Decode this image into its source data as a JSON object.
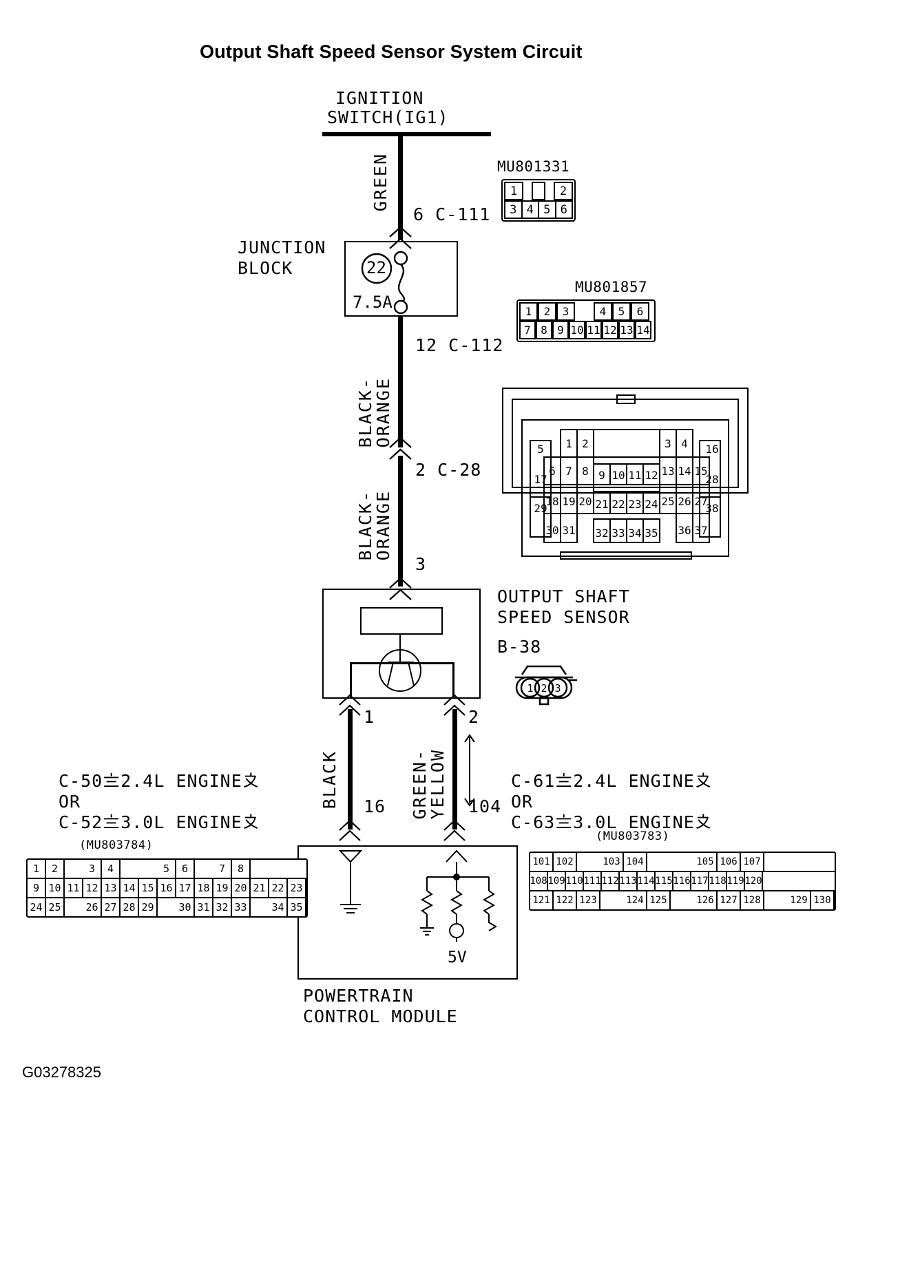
{
  "title": "Output Shaft Speed Sensor System Circuit",
  "figure_id": "G03278325",
  "labels": {
    "ignition_switch_l1": "IGNITION",
    "ignition_switch_l2": "SWITCH(IG1)",
    "junction_block_l1": "JUNCTION",
    "junction_block_l2": "BLOCK",
    "fuse_number": "22",
    "fuse_rating": "7.5A",
    "wire_green": "GREEN",
    "wire_black_orange_1": "BLACK-\nORANGE",
    "wire_black_orange_2": "BLACK-\nORANGE",
    "wire_black": "BLACK",
    "wire_green_yellow": "GREEN-\nYELLOW",
    "node_6_c111": "6 C-111",
    "node_12_c112": "12 C-112",
    "node_2_c28": "2 C-28",
    "node_3": "3",
    "pin_1": "1",
    "pin_2": "2",
    "pin_16": "16",
    "pin_104": "104",
    "sensor_l1": "OUTPUT SHAFT",
    "sensor_l2": "SPEED SENSOR",
    "sensor_id": "B-38",
    "pcm_l1": "POWERTRAIN",
    "pcm_l2": "CONTROL MODULE",
    "supply_voltage": "5V",
    "left_conn_l1": "C-50〨2.4L ENGINE〩",
    "left_conn_or": "OR",
    "left_conn_l2": "C-52〨3.0L ENGINE〩",
    "left_conn_part": "(MU803784)",
    "right_conn_l1": "C-61〨2.4L ENGINE〩",
    "right_conn_or": "OR",
    "right_conn_l2": "C-63〨3.0L ENGINE〩",
    "right_conn_part": "(MU803783)"
  },
  "connectors": {
    "mu801331": {
      "part": "MU801331",
      "rows": [
        [
          {
            "t": "1",
            "w": 36
          },
          {
            "t": "",
            "w": 36,
            "blank": true
          },
          {
            "t": "",
            "w": 0,
            "skip": true
          },
          {
            "t": "2",
            "w": 36
          }
        ],
        [
          {
            "t": "3",
            "w": 27
          },
          {
            "t": "4",
            "w": 27
          },
          {
            "t": "5",
            "w": 27
          },
          {
            "t": "6",
            "w": 27
          }
        ]
      ]
    },
    "mu801857": {
      "part": "MU801857",
      "row_top": [
        "1",
        "2",
        "3",
        "",
        "4",
        "5",
        "6"
      ],
      "row_bottom": [
        "7",
        "8",
        "9",
        "10",
        "11",
        "12",
        "13",
        "14"
      ]
    },
    "pcm38": {
      "pins": [
        "1",
        "2",
        "3",
        "4",
        "5",
        "6",
        "7",
        "8",
        "9",
        "10",
        "11",
        "12",
        "13",
        "14",
        "15",
        "16",
        "17",
        "18",
        "19",
        "20",
        "21",
        "22",
        "23",
        "24",
        "25",
        "26",
        "27",
        "28",
        "29",
        "30",
        "31",
        "32",
        "33",
        "34",
        "35",
        "36",
        "37",
        "38"
      ]
    },
    "b38": {
      "pins": [
        "1",
        "2",
        "3"
      ]
    },
    "left_table": {
      "row1": [
        "1",
        "2",
        "",
        "3",
        "4",
        "",
        "",
        "5",
        "6",
        "",
        "7",
        "8"
      ],
      "row2": [
        "9",
        "10",
        "11",
        "12",
        "13",
        "14",
        "15",
        "16",
        "17",
        "18",
        "19",
        "20",
        "21",
        "22",
        "23"
      ],
      "row3": [
        "24",
        "25",
        "",
        "26",
        "27",
        "28",
        "29",
        "",
        "30",
        "31",
        "32",
        "33",
        "",
        "34",
        "35"
      ]
    },
    "right_table": {
      "row1": [
        "101",
        "102",
        "",
        "103",
        "104",
        "",
        "",
        "105",
        "106",
        "107"
      ],
      "row2": [
        "108",
        "109",
        "110",
        "111",
        "112",
        "113",
        "114",
        "115",
        "116",
        "117",
        "118",
        "119",
        "120"
      ],
      "row3": [
        "121",
        "122",
        "123",
        "",
        "124",
        "125",
        "",
        "126",
        "127",
        "128",
        "",
        "129",
        "130"
      ]
    }
  }
}
